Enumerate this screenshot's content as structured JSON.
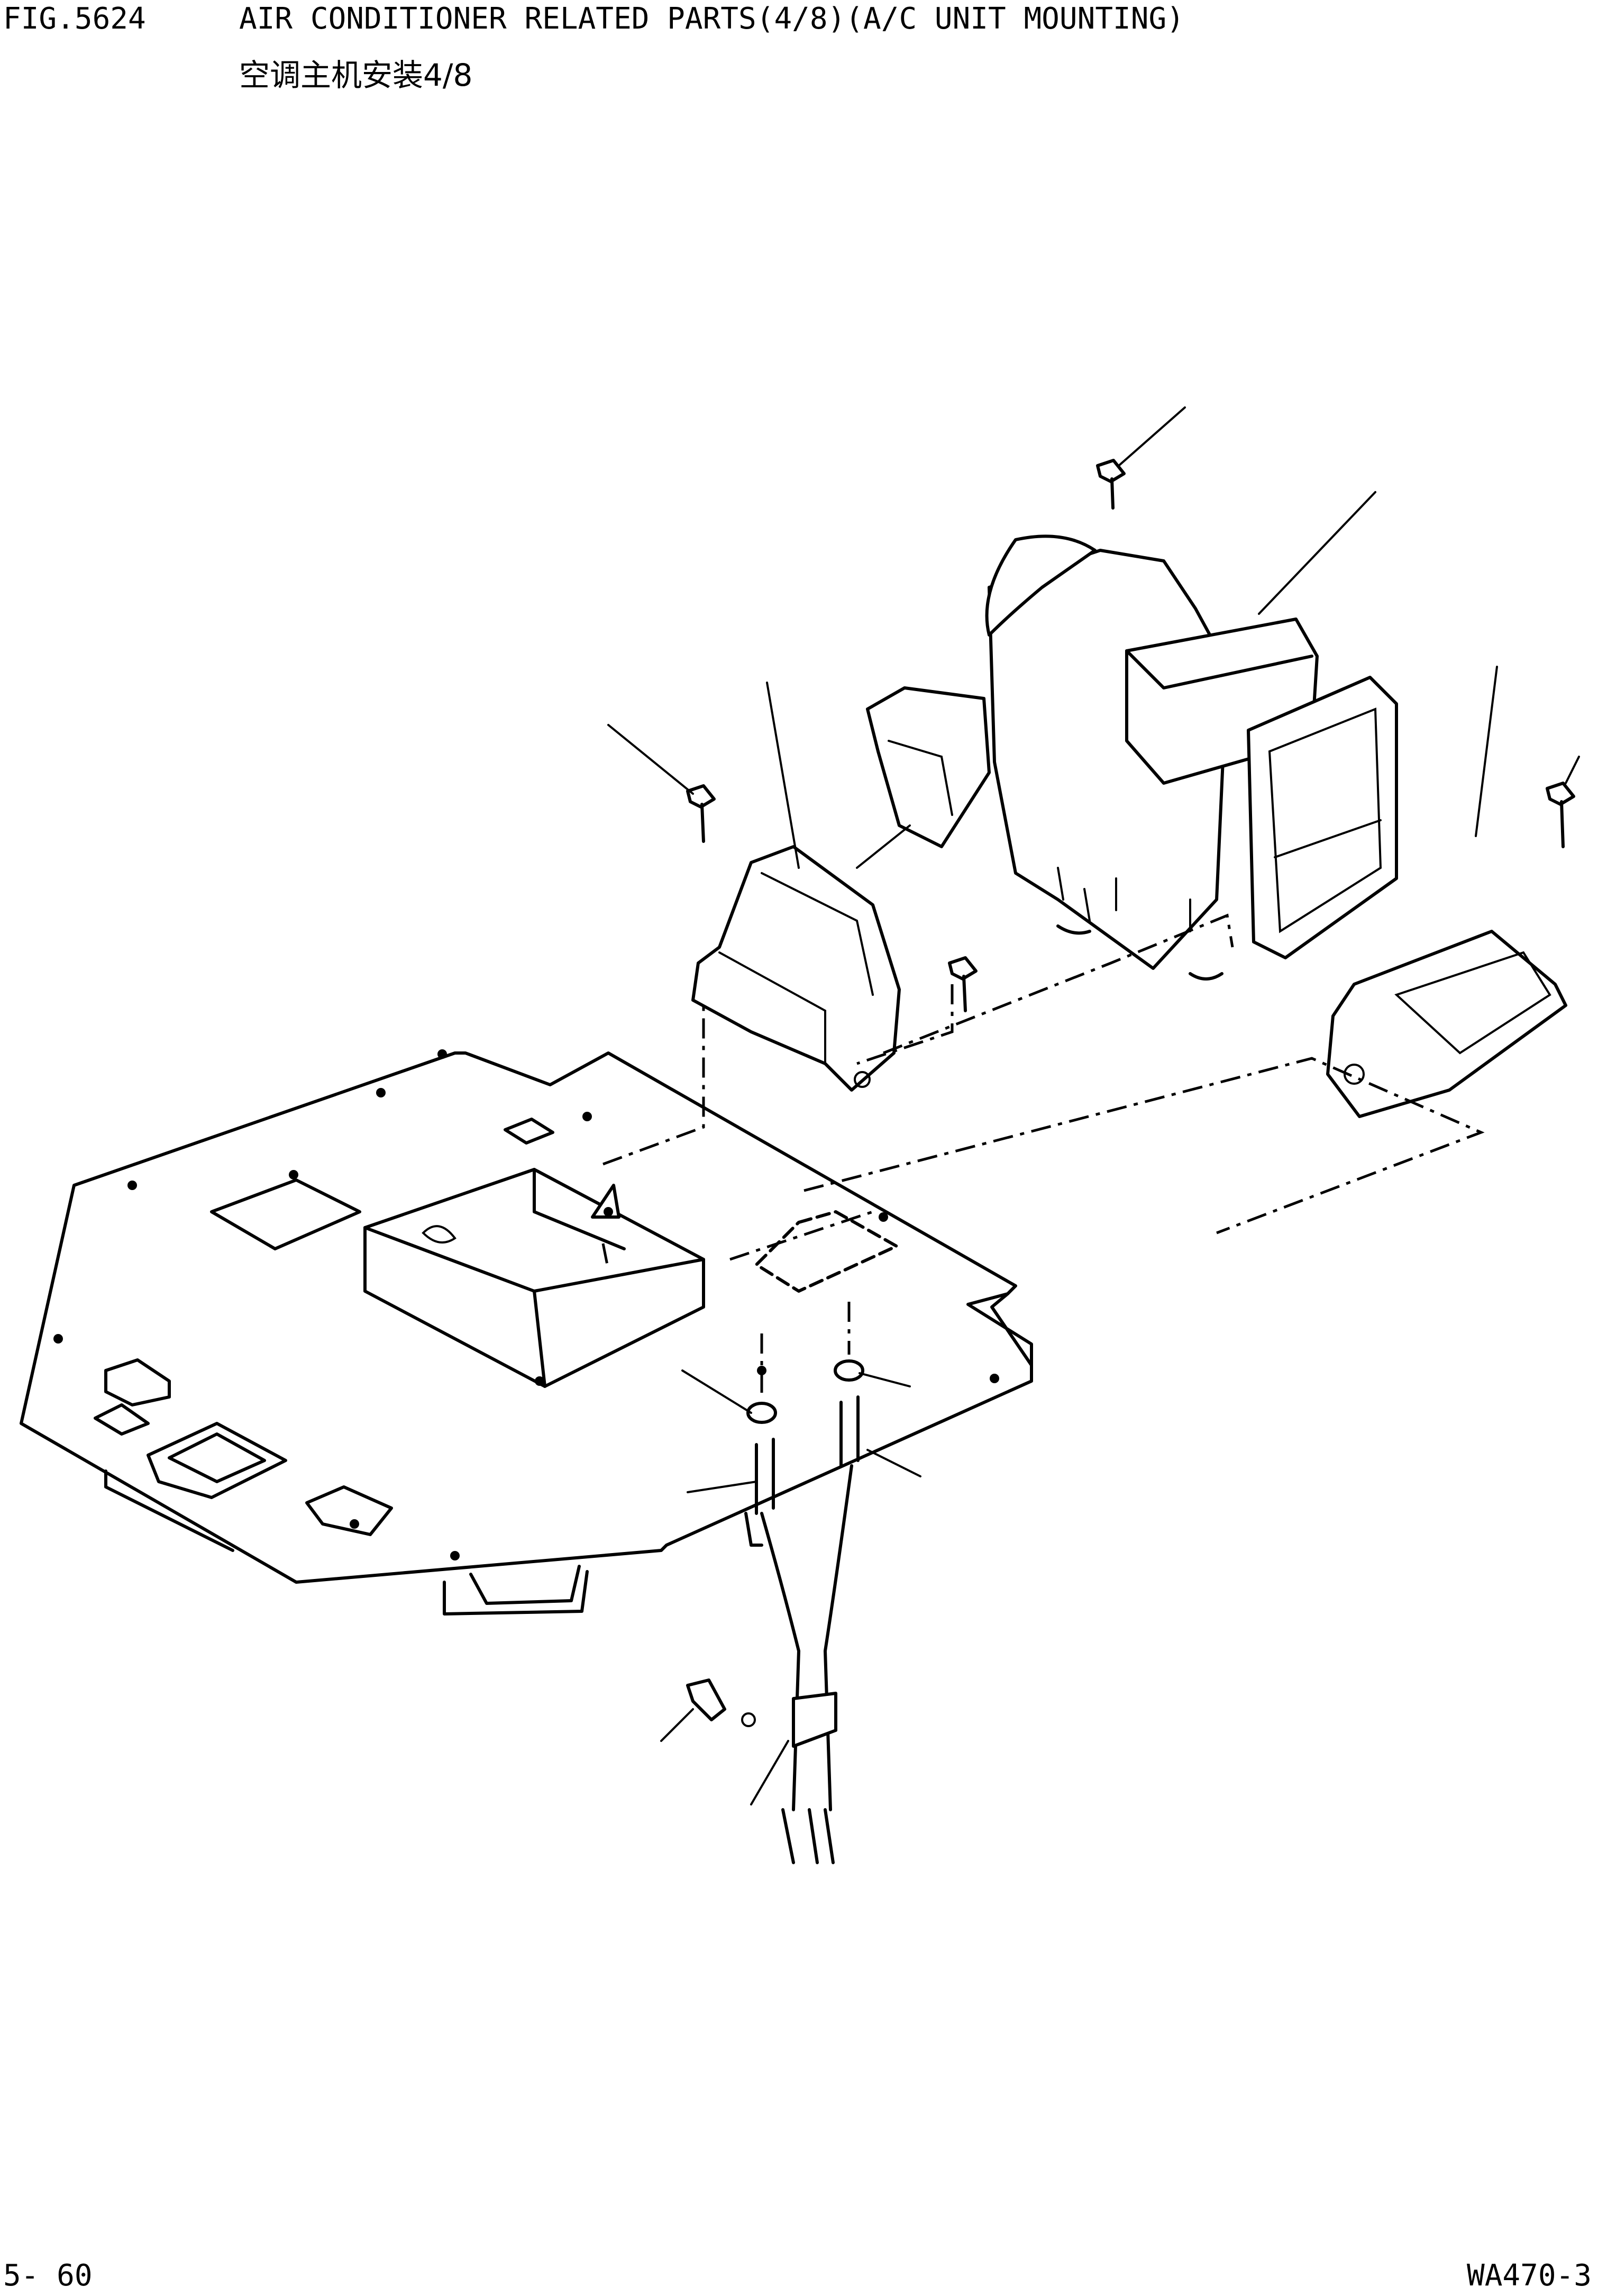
{
  "header": {
    "figure_number": "FIG.5624",
    "title": "AIR CONDITIONER RELATED PARTS(4/8)(A/C UNIT MOUNTING)",
    "subtitle": "空调主机安装4/8"
  },
  "footer": {
    "page_number": "5- 60",
    "model": "WA470-3"
  }
}
